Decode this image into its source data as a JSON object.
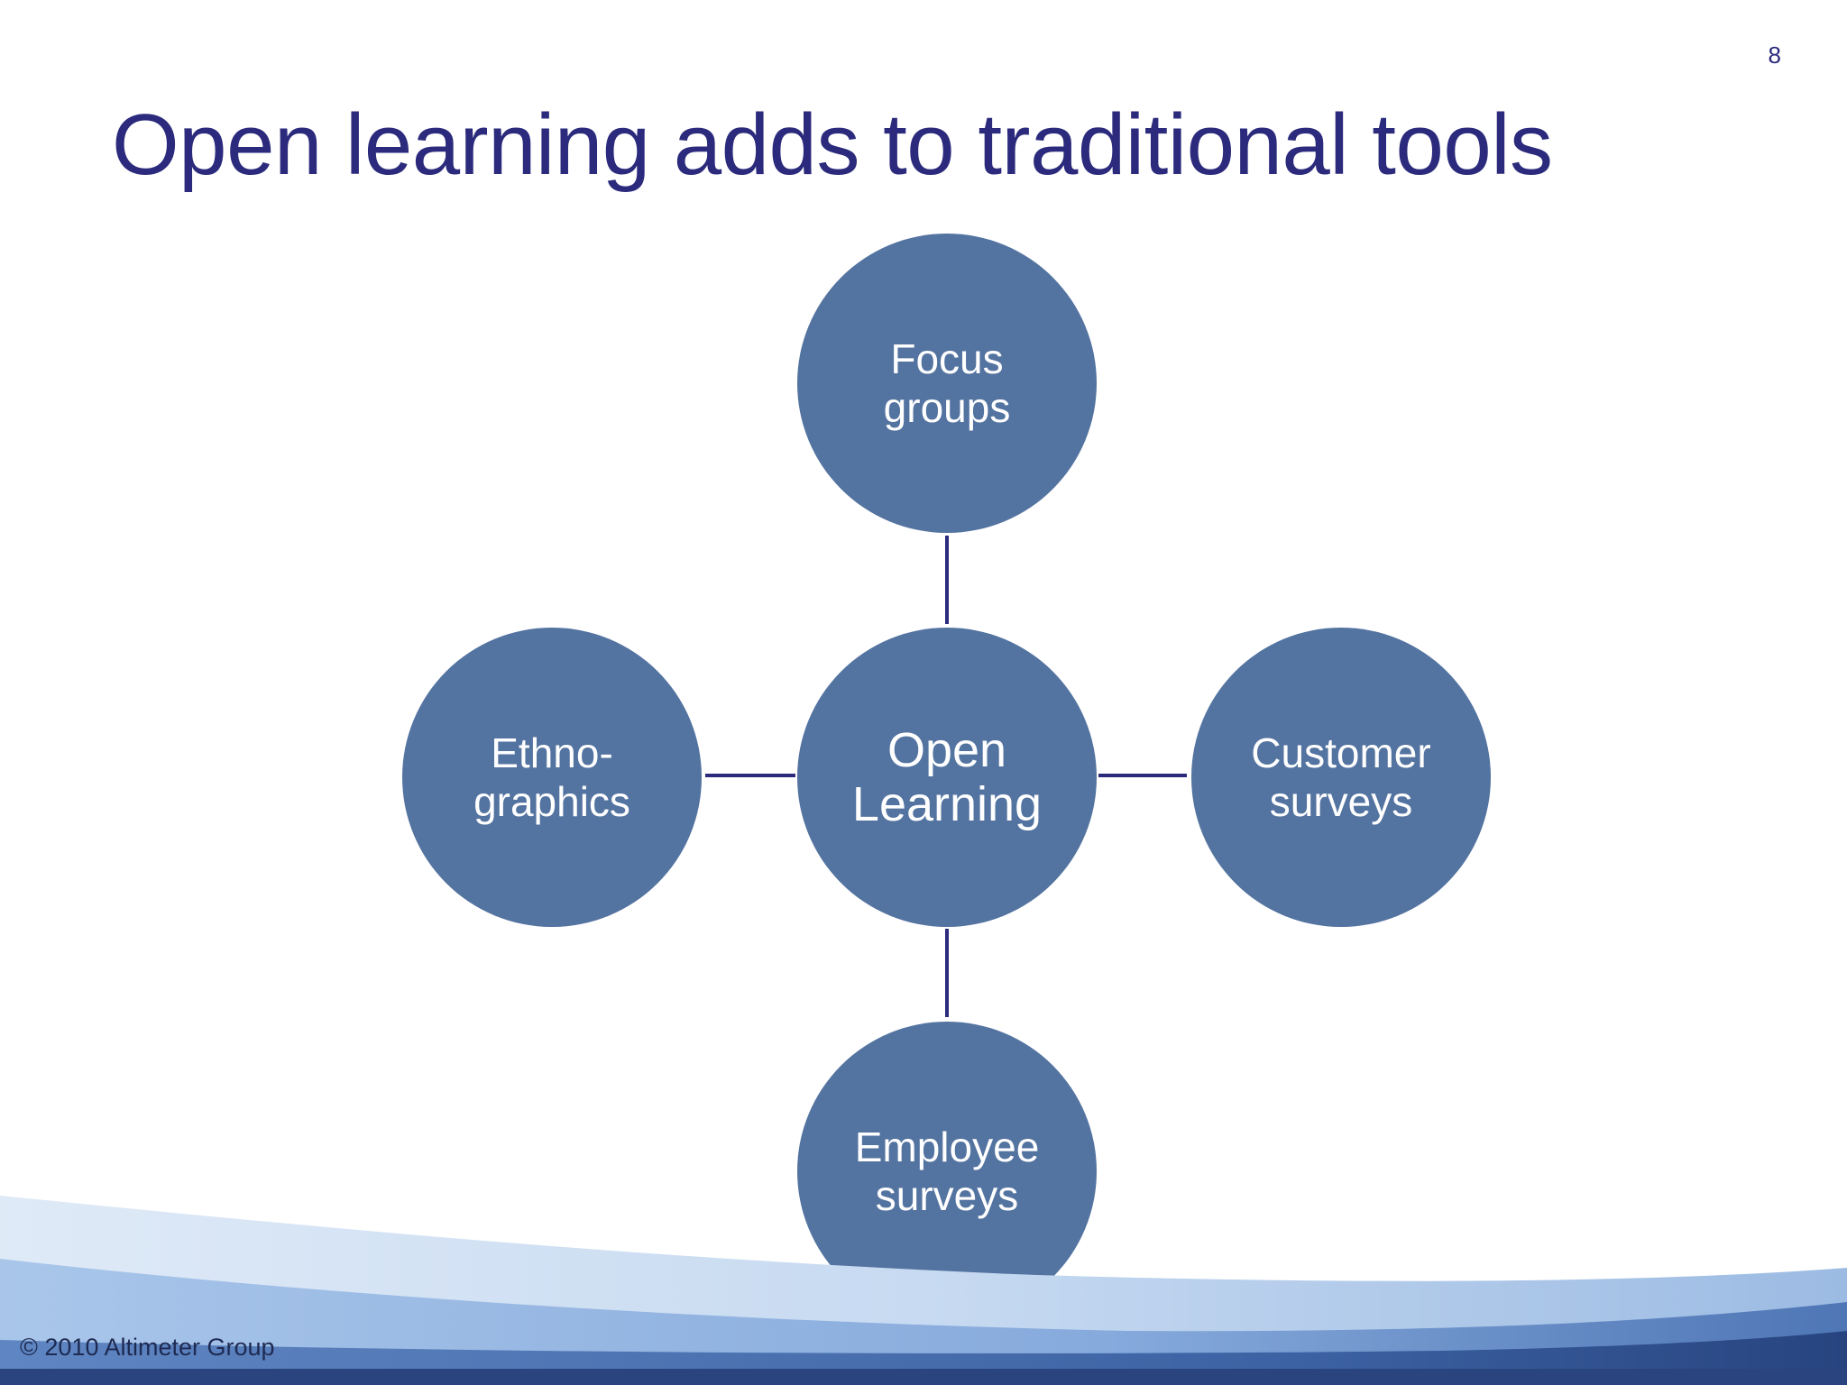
{
  "slide": {
    "page_number": "8",
    "title": "Open learning adds to traditional tools",
    "copyright": "© 2010 Altimeter Group"
  },
  "diagram": {
    "center": {
      "label": "Open\nLearning"
    },
    "top": {
      "label": "Focus\ngroups"
    },
    "right": {
      "label": "Customer\nsurveys"
    },
    "bottom": {
      "label": "Employee\nsurveys"
    },
    "left": {
      "label": "Ethno-\ngraphics"
    }
  },
  "colors": {
    "title": "#2b2a7c",
    "node_fill": "#5373a0",
    "connector": "#2b2a7c",
    "node_text": "#ffffff"
  }
}
